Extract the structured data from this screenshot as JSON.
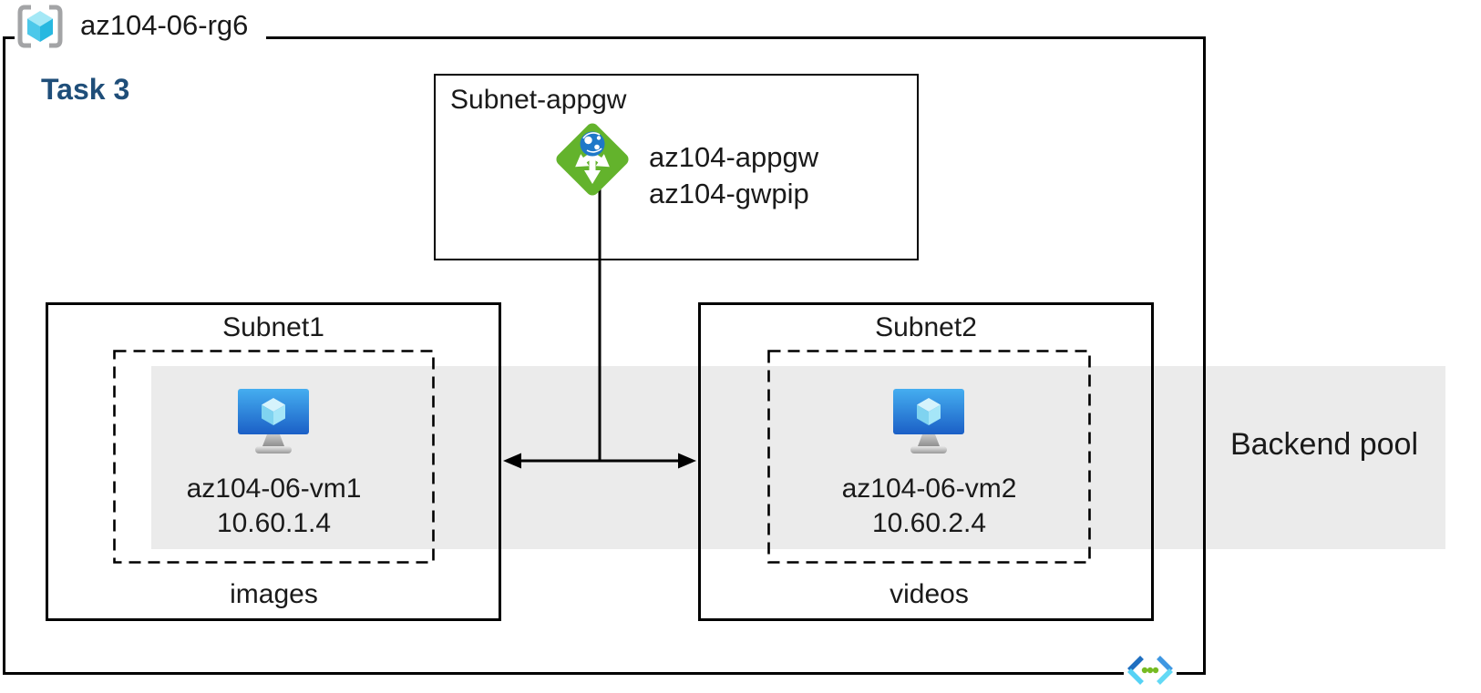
{
  "resource_group": {
    "title": "az104-06-rg6",
    "task_label": "Task 3"
  },
  "appgw_subnet": {
    "title": "Subnet-appgw",
    "gateway_name": "az104-appgw",
    "public_ip_name": "az104-gwpip"
  },
  "subnet1": {
    "title": "Subnet1",
    "vm_name": "az104-06-vm1",
    "vm_ip": "10.60.1.4",
    "container_label": "images"
  },
  "subnet2": {
    "title": "Subnet2",
    "vm_name": "az104-06-vm2",
    "vm_ip": "10.60.2.4",
    "container_label": "videos"
  },
  "backend_pool": {
    "label": "Backend pool"
  },
  "icons": {
    "resource_group": "azure-resource-group-icon",
    "application_gateway": "azure-application-gateway-icon",
    "virtual_machine": "azure-virtual-machine-icon",
    "virtual_network": "azure-virtual-network-icon"
  },
  "colors": {
    "backend_pool_band": "#ebebeb",
    "app_gateway_green": "#63b32c",
    "azure_blue": "#1e78c8",
    "task_heading_blue": "#1f4e79",
    "vnet_dot_green": "#76bb22",
    "diagram_line": "#000000"
  }
}
